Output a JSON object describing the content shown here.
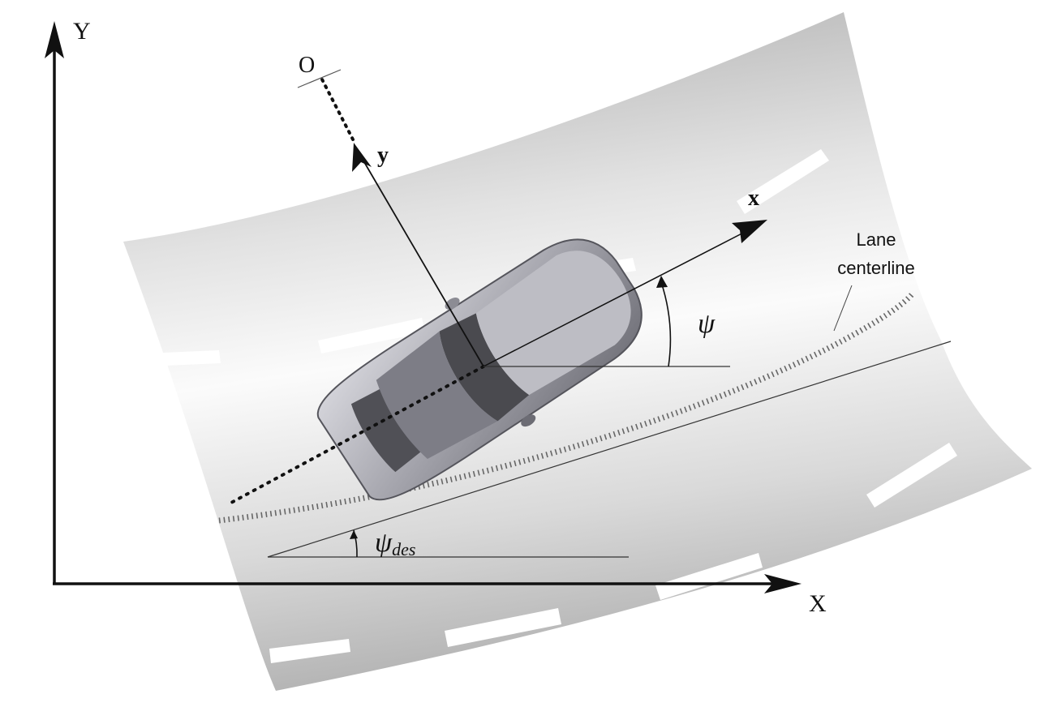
{
  "labels": {
    "global_x": "X",
    "global_y": "Y",
    "body_x": "x",
    "body_y": "y",
    "origin": "O",
    "heading_angle": "ψ",
    "desired_heading_symbol": "ψ",
    "desired_heading_subscript": "des",
    "lane_centerline_line1": "Lane",
    "lane_centerline_line2": "centerline"
  },
  "colors": {
    "axis": "#111111",
    "road_light": "#f7f7f7",
    "road_dark": "#b0b0b0",
    "lane_marking": "#ffffff",
    "car_body": "#9a9aa3",
    "car_glass": "#4a4a4f"
  }
}
